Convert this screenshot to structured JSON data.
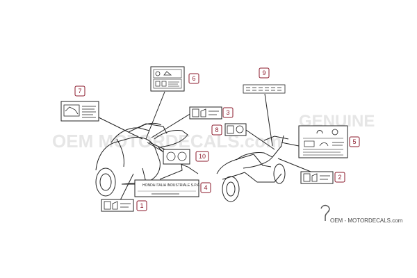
{
  "watermark": {
    "main": "OEM MOTORDECALS.com",
    "side": "GENUINE"
  },
  "footer": {
    "brand": "OEM - MOTORDECALS.com"
  },
  "plate_label": {
    "maker": "HONDA ITALIA INDUSTRIALE S.P.A."
  },
  "callouts": [
    {
      "number": "1"
    },
    {
      "number": "2"
    },
    {
      "number": "3"
    },
    {
      "number": "4"
    },
    {
      "number": "5"
    },
    {
      "number": "6"
    },
    {
      "number": "7"
    },
    {
      "number": "8"
    },
    {
      "number": "9"
    },
    {
      "number": "10"
    }
  ],
  "colors": {
    "callout_border": "#8b1a2b",
    "line": "#222222",
    "watermark": "#e6e6e6"
  }
}
